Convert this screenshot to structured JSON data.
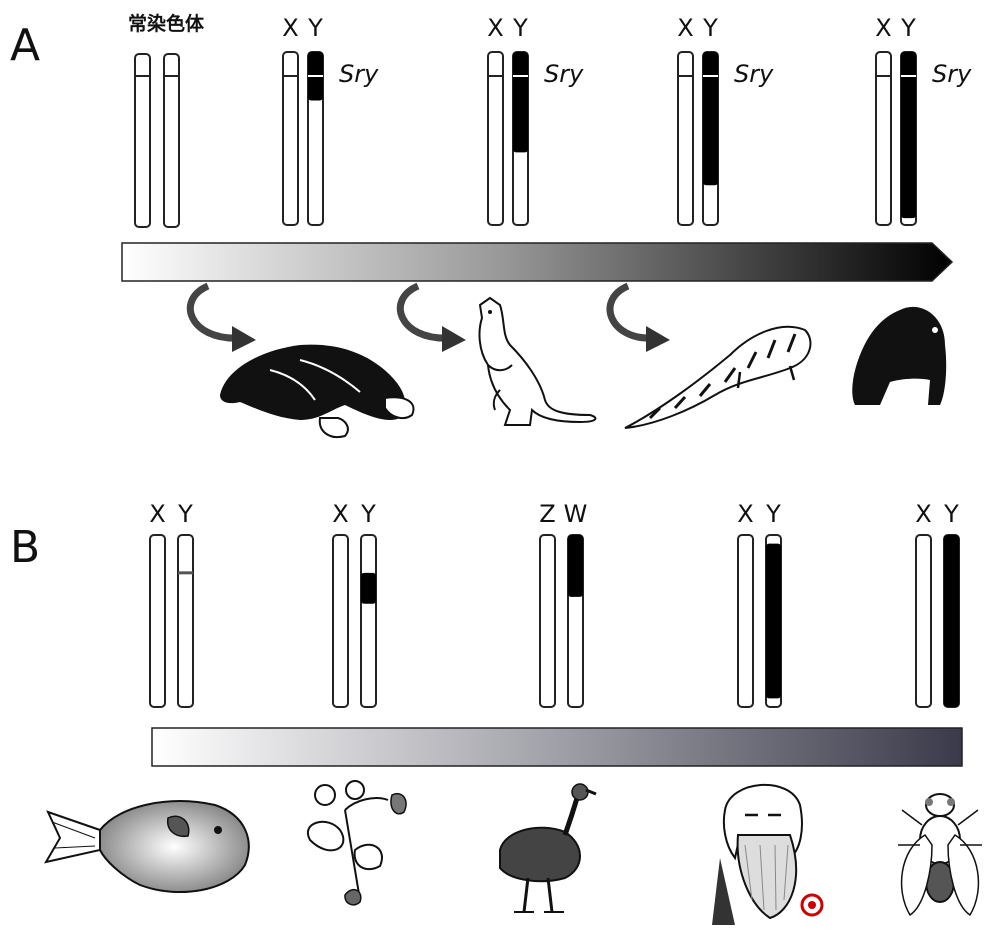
{
  "panel_a": {
    "label": "A",
    "autosome_label": "常染色体",
    "groups": [
      {
        "left": "X",
        "right": "Y",
        "gene": "Sry",
        "y_black_fraction": 0.28
      },
      {
        "left": "X",
        "right": "Y",
        "gene": "Sry",
        "y_black_fraction": 0.58
      },
      {
        "left": "X",
        "right": "Y",
        "gene": "Sry",
        "y_black_fraction": 0.77
      },
      {
        "left": "X",
        "right": "Y",
        "gene": "Sry",
        "y_black_fraction": 0.96
      }
    ],
    "organisms": [
      "platypus-icon",
      "kangaroo-icon",
      "pangolin-icon",
      "gorilla-icon"
    ]
  },
  "panel_b": {
    "label": "B",
    "groups": [
      {
        "left": "X",
        "right": "Y"
      },
      {
        "left": "X",
        "right": "Y"
      },
      {
        "left": "Z",
        "right": "W"
      },
      {
        "left": "X",
        "right": "Y"
      },
      {
        "left": "X",
        "right": "Y"
      }
    ],
    "organisms": [
      "pufferfish-icon",
      "strawberry-plant-icon",
      "emu-icon",
      "bearded-man-portrait-icon",
      "fruit-fly-icon"
    ]
  },
  "colors": {
    "chromosome_dark": "#000000",
    "arrow_a_end": "#000000",
    "bar_b_end": "#3a3a4a"
  }
}
